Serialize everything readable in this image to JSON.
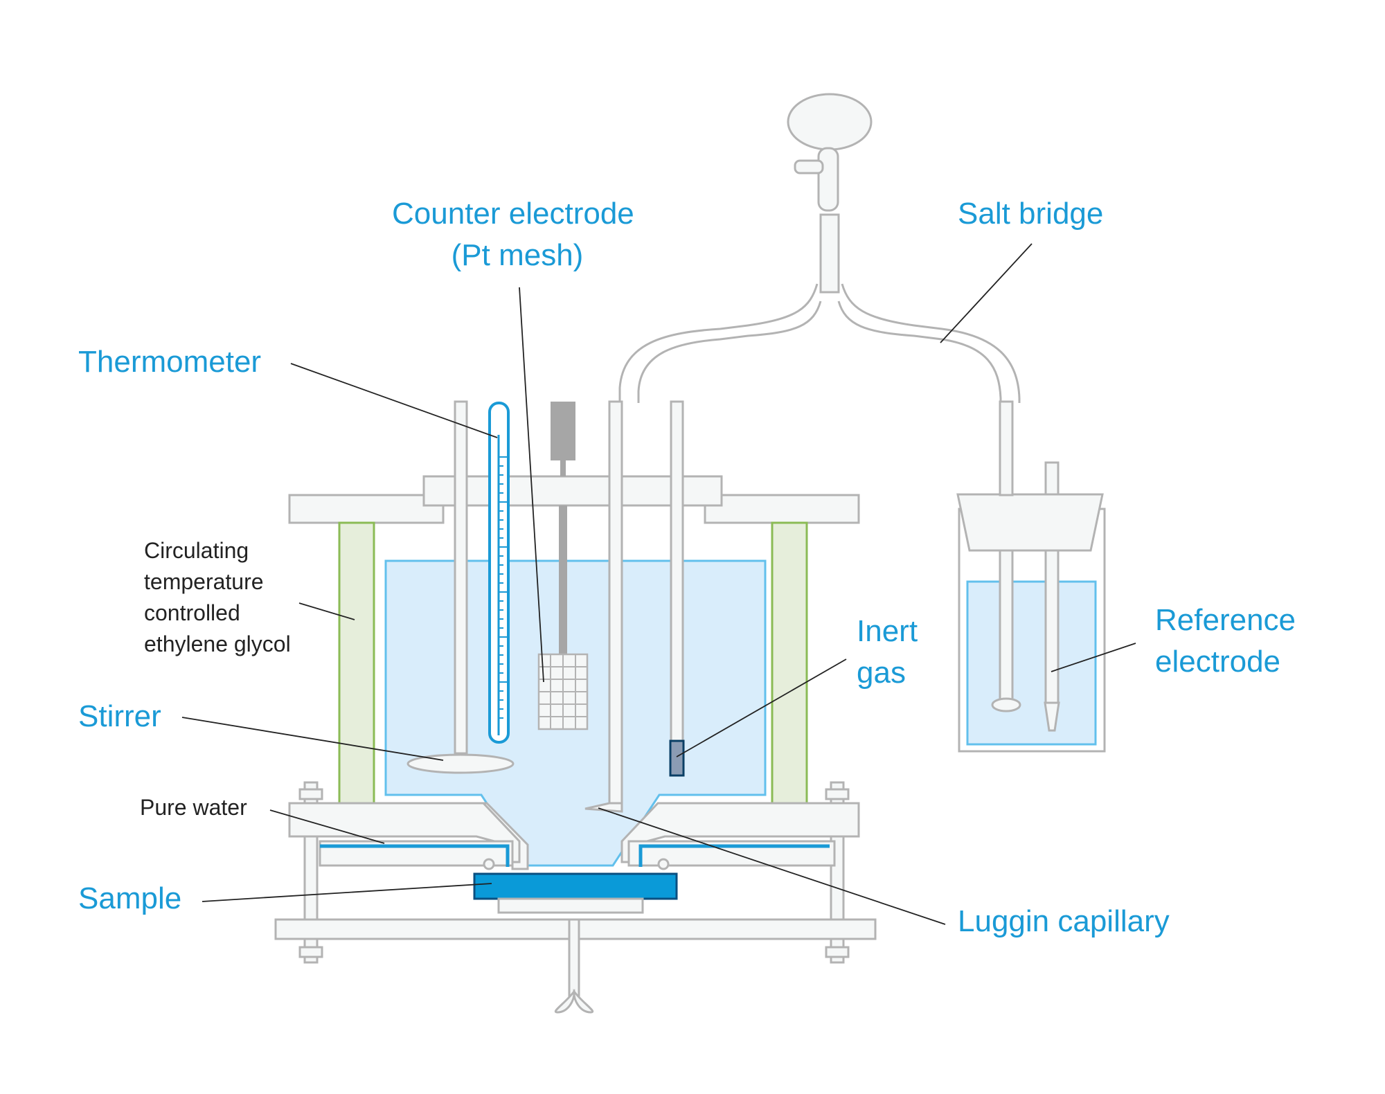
{
  "labels": {
    "counter_electrode": [
      "Counter electrode",
      "(Pt mesh)"
    ],
    "salt_bridge": "Salt bridge",
    "thermometer": "Thermometer",
    "glycol": [
      "Circulating",
      "temperature",
      "controlled",
      "ethylene glycol"
    ],
    "inert_gas": [
      "Inert",
      "gas"
    ],
    "reference_electrode": [
      "Reference",
      "electrode"
    ],
    "stirrer": "Stirrer",
    "pure_water": "Pure water",
    "sample": "Sample",
    "luggin_capillary": "Luggin capillary"
  },
  "colors": {
    "label_blue": "#1a9ad6",
    "label_dark": "#222222",
    "glass_fill": "#f5f7f7",
    "glass_stroke": "#b3b3b3",
    "liquid_fill": "#d9edfb",
    "liquid_stroke": "#62c0ec",
    "glycol_fill": "#e6eedb",
    "glycol_stroke": "#8bbb55",
    "sample_fill": "#0a9ad8",
    "sample_stroke": "#0a4f80",
    "gas_outlet_fill": "#8b9cb4",
    "motor_grey": "#a6a6a6"
  }
}
